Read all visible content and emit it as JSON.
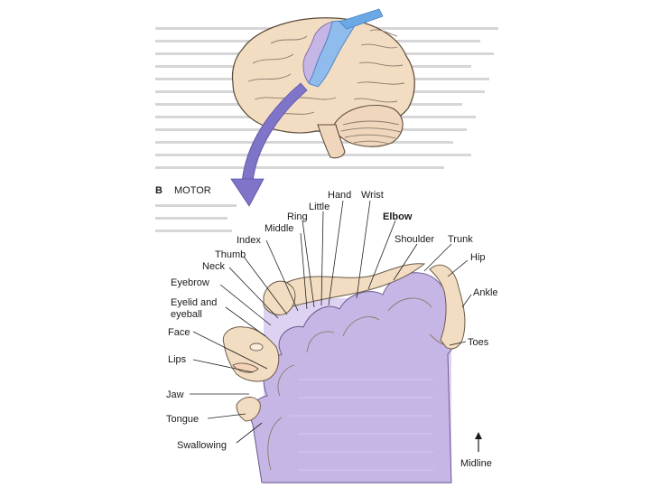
{
  "section_letter": "B",
  "section_title": "MOTOR",
  "labels": [
    "Hand",
    "Wrist",
    "Little",
    "Ring",
    "Elbow",
    "Middle",
    "Index",
    "Shoulder",
    "Trunk",
    "Thumb",
    "Hip",
    "Neck",
    "Eyebrow",
    "Ankle",
    "Eyelid and",
    "eyeball",
    "Face",
    "Toes",
    "Lips",
    "Jaw",
    "Tongue",
    "Swallowing",
    "Midline"
  ],
  "colors": {
    "brain": "#f2ddc2",
    "cortex_band": "#c6b6e6",
    "cortex_light": "#ddd2f2",
    "motor_strip_blue": "#6aa8e6",
    "arrow": "#7e75c9",
    "text_block": "#c8c8c8"
  }
}
